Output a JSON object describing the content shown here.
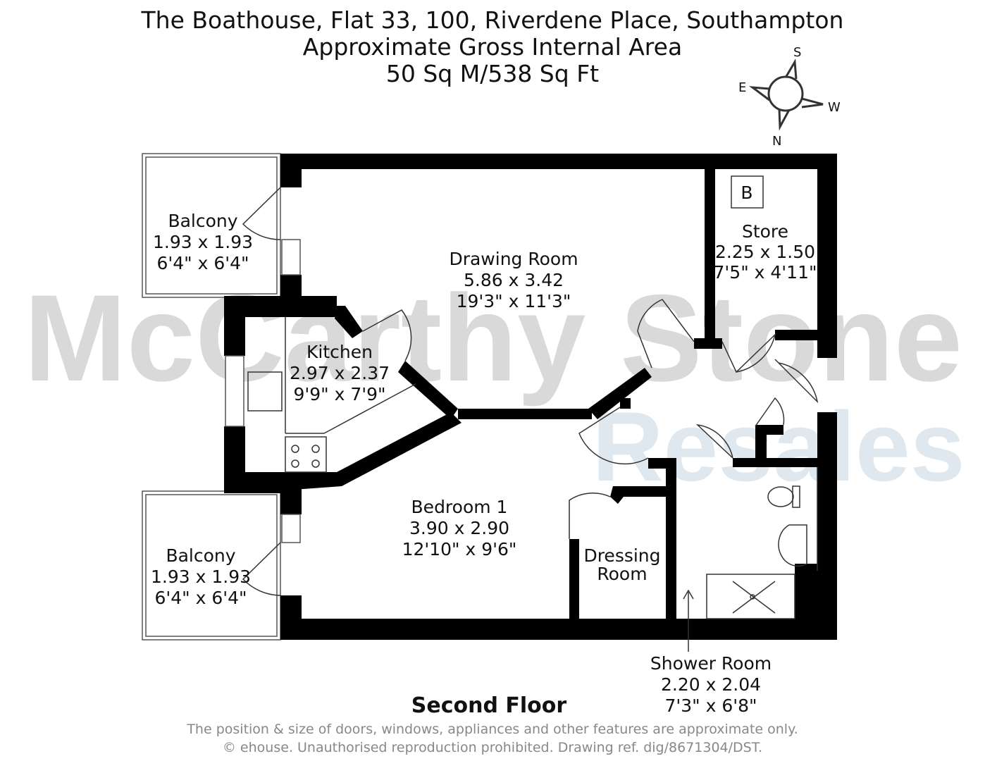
{
  "header": {
    "address": "The Boathouse, Flat 33, 100, Riverdene Place, Southampton",
    "area_title": "Approximate Gross Internal Area",
    "area_value": "50 Sq M/538 Sq Ft"
  },
  "compass": {
    "n": "N",
    "s": "S",
    "e": "E",
    "w": "W"
  },
  "watermark": {
    "line1": "McCarthy Stone",
    "line2": "Resales"
  },
  "rooms": [
    {
      "name": "Balcony",
      "metric": "1.93 x 1.93",
      "imperial": "6'4\" x 6'4\""
    },
    {
      "name": "Drawing Room",
      "metric": "5.86 x 3.42",
      "imperial": "19'3\" x 11'3\""
    },
    {
      "name": "Store",
      "metric": "2.25 x 1.50",
      "imperial": "7'5\" x 4'11\""
    },
    {
      "name": "Kitchen",
      "metric": "2.97 x 2.37",
      "imperial": "9'9\" x 7'9\""
    },
    {
      "name": "Bedroom 1",
      "metric": "3.90 x 2.90",
      "imperial": "12'10\" x 9'6\""
    },
    {
      "name": "Balcony",
      "metric": "1.93 x 1.93",
      "imperial": "6'4\" x 6'4\""
    },
    {
      "name": "Dressing",
      "name2": "Room"
    },
    {
      "name": "Shower Room",
      "metric": "2.20 x 2.04",
      "imperial": "7'3\" x 6'8\""
    }
  ],
  "boiler_label": "B",
  "floor_label": "Second Floor",
  "footer": {
    "line1": "The position & size of doors, windows, appliances and other features are approximate only.",
    "line2": "© ehouse. Unauthorised reproduction prohibited. Drawing ref. dig/8671304/DST."
  }
}
